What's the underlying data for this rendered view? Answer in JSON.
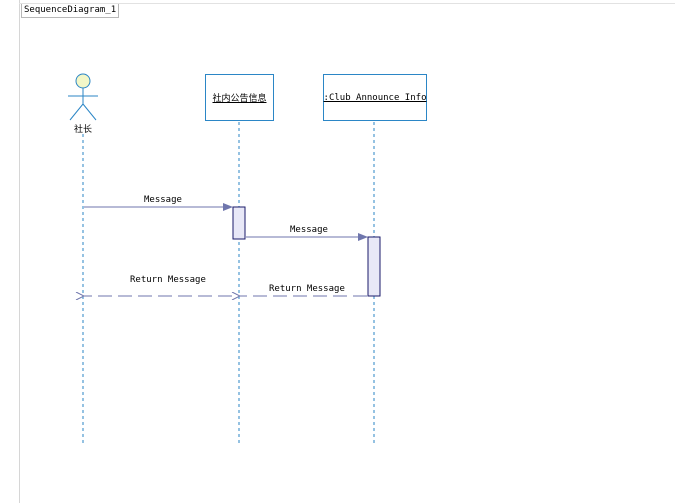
{
  "diagram": {
    "tab_label": "SequenceDiagram_1",
    "actor": {
      "name": "社长"
    },
    "objects": [
      {
        "name": "社内公告信息"
      },
      {
        "name": ":Club_Announce_Info"
      }
    ],
    "messages": [
      {
        "label": "Message",
        "kind": "call"
      },
      {
        "label": "Message",
        "kind": "call"
      },
      {
        "label": "Return Message",
        "kind": "return"
      },
      {
        "label": "Return Message",
        "kind": "return"
      }
    ]
  },
  "colors": {
    "lifeline": "#2b86c6",
    "message": "#6f76ad",
    "activation_fill": "#e8e8f7",
    "activation_border": "#1a1a6a",
    "actor_head_fill": "#f3f7c8"
  }
}
